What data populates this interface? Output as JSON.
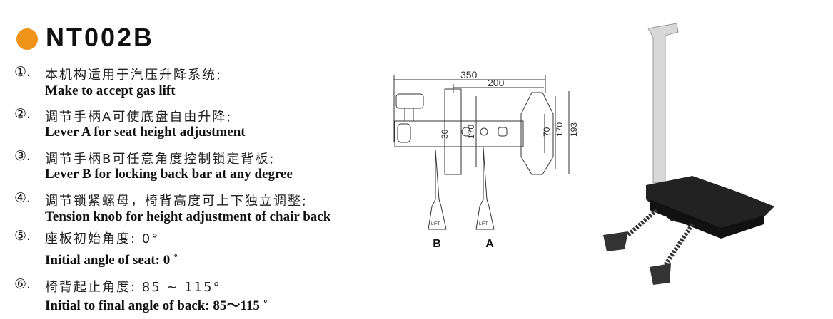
{
  "title": "NT002B",
  "accent": "#ef9418",
  "features": [
    {
      "num": "①.",
      "cn": "本机构适用于汽压升降系统;",
      "en": "Make to accept gas lift"
    },
    {
      "num": "②.",
      "cn": "调节手柄A可使底盘自由升降;",
      "en": "Lever A for seat height adjustment"
    },
    {
      "num": "③.",
      "cn": "调节手柄B可任意角度控制锁定背板;",
      "en": "Lever B for locking back bar at any degree"
    },
    {
      "num": "④.",
      "cn": "调节锁紧螺母，椅背高度可上下独立调整;",
      "en": "Tension knob for height adjustment of chair back"
    },
    {
      "num": "⑤.",
      "cn": "座板初始角度: 0°",
      "en": "Initial angle of seat: 0 ˚"
    },
    {
      "num": "⑥.",
      "cn": "椅背起止角度: 85 ~ 115°",
      "en": "Initial to final angle of back: 85～115 ˚"
    }
  ],
  "drawing": {
    "dim_350": "350",
    "dim_200": "200",
    "dim_30": "30",
    "dim_170a": "170",
    "dim_70": "70",
    "dim_170b": "170",
    "dim_193": "193",
    "lift_b": "LIFT",
    "lift_a": "LIFT",
    "lever_b": "B",
    "lever_a": "A"
  }
}
